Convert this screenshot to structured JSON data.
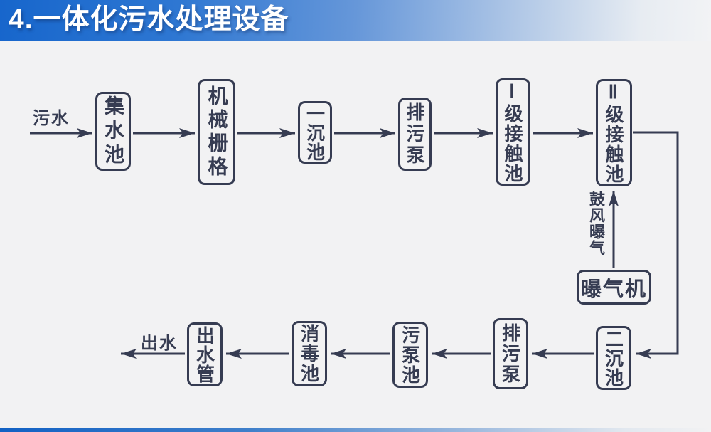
{
  "slide": {
    "title": "4.一体化污水处理设备"
  },
  "colors": {
    "ink": "#363c52",
    "background": "#f2f2f3",
    "header_blue": "#1766cc",
    "footer_blue": "#1261c4",
    "title_text": "#ffffff"
  },
  "flowchart": {
    "inflow_label": "污水",
    "outflow_label": "出水",
    "aeration_label": "鼓风曝气",
    "nodes": [
      {
        "id": "collection-tank",
        "label": "集水池"
      },
      {
        "id": "mechanical-grid",
        "label": "机械栅格"
      },
      {
        "id": "primary-sedimentation-tank",
        "label": "一沉池"
      },
      {
        "id": "sewage-discharge-pump-1",
        "label": "排污泵"
      },
      {
        "id": "stage1-contact-tank",
        "label": "Ⅰ级接触池"
      },
      {
        "id": "stage2-contact-tank",
        "label": "Ⅱ级接触池"
      },
      {
        "id": "aerator",
        "label": "曝气机"
      },
      {
        "id": "secondary-sedimentation-tank",
        "label": "二沉池"
      },
      {
        "id": "sewage-discharge-pump-2",
        "label": "排污泵"
      },
      {
        "id": "sewage-pump-tank",
        "label": "污泵池"
      },
      {
        "id": "disinfection-tank",
        "label": "消毒池"
      },
      {
        "id": "outlet-pipe",
        "label": "出水管"
      }
    ]
  }
}
